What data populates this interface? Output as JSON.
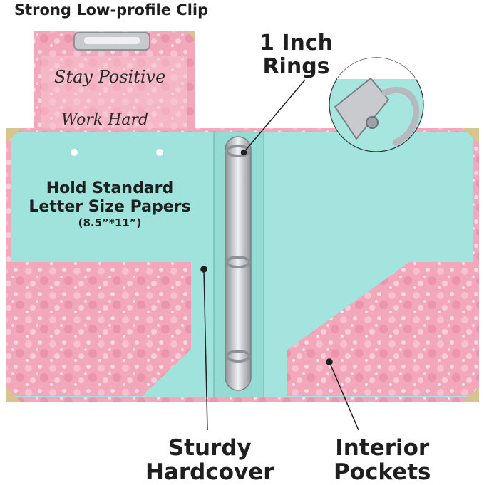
{
  "labels": {
    "clip": "Strong Low-profile Clip",
    "rings_line1": "1 Inch",
    "rings_line2": "Rings",
    "hold_line1": "Hold Standard",
    "hold_line2": "Letter Size Papers",
    "hold_line3": "(8.5”*11”)",
    "hardcover_line1": "Sturdy",
    "hardcover_line2": "Hardcover",
    "pockets_line1": "Interior",
    "pockets_line2": "Pockets"
  },
  "clipboard": {
    "line1": "Stay Positive",
    "line2": "Work Hard"
  },
  "colors": {
    "mint": "#9fe3dc",
    "pink": "#f2a9bd",
    "gold": "#d8c48e",
    "ring": "#b9bcc0",
    "text": "#1f1f1f"
  }
}
